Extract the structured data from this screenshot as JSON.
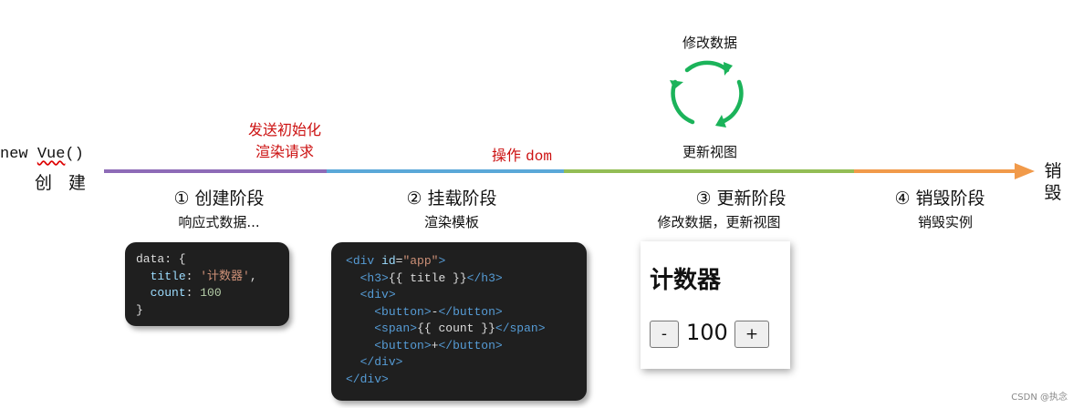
{
  "start": {
    "line1_prefix": "new ",
    "line1_vue": "Vue",
    "line1_suffix": "()",
    "line2": "创建"
  },
  "end_label": [
    "销",
    "毁"
  ],
  "timeline_colors": [
    "#8e6bb7",
    "#5aa8d8",
    "#93bd55",
    "#f19a4a"
  ],
  "events": {
    "init_request": [
      "发送初始化",
      "渲染请求"
    ],
    "dom_op": {
      "text": "操作",
      "mono": "dom"
    },
    "modify": "修改数据",
    "update_view": "更新视图"
  },
  "stages": [
    {
      "title": "① 创建阶段",
      "subtitle": "响应式数据..."
    },
    {
      "title": "② 挂载阶段",
      "subtitle": "渲染模板"
    },
    {
      "title": "③ 更新阶段",
      "subtitle": "修改数据，更新视图"
    },
    {
      "title": "④ 销毁阶段",
      "subtitle": "销毁实例"
    }
  ],
  "data_code": {
    "l1": "data: {",
    "key_title": "title",
    "val_title": "'计数器'",
    "key_count": "count",
    "val_count": "100",
    "close": "}"
  },
  "template_code": {
    "div_open": "div",
    "id_attr": "id",
    "id_val": "\"app\"",
    "h3": "h3",
    "h3_text": "{{ title }}",
    "button": "button",
    "minus": "-",
    "plus": "+",
    "span": "span",
    "span_text": "{{ count }}"
  },
  "widget": {
    "title": "计数器",
    "minus": "-",
    "count": "100",
    "plus": "+"
  },
  "watermark": "CSDN @执念"
}
